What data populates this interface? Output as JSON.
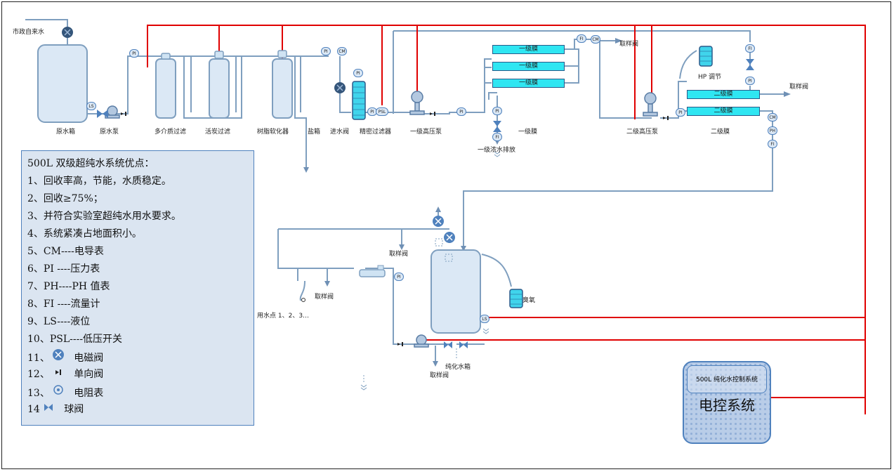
{
  "colors": {
    "pipe": "#7f9fbf",
    "signal": "#e00000",
    "vessel": "#dbe8f5",
    "membrane": "#2fe6f2",
    "legend_bg": "#dbe5f1"
  },
  "labels": {
    "city_water": "市政自来水",
    "raw_tank": "原水箱",
    "raw_pump": "原水泵",
    "multimedia_filter": "多介质过滤",
    "carbon_filter": "活炭过滤",
    "resin_softener": "树脂软化器",
    "salt_tank": "盐箱",
    "inlet_valve": "进水阀",
    "precision_filter": "精密过滤器",
    "stage1_pump": "一级高压泵",
    "stage1_membrane_caption": "一级膜",
    "stage1_drain": "一级浓水排放",
    "sample_valve_top": "取样阀",
    "stage2_pump": "二级高压泵",
    "hp_adjust": "HP 调节",
    "stage2_membrane_caption": "二级膜",
    "sample_valve_right": "取样阀",
    "sample_valve_mid": "取样阀",
    "sample_valve_left": "取样阀",
    "use_points": "用水点 1、2、3…",
    "ozone": "臭氧",
    "pure_tank": "纯化水箱",
    "sample_valve_bottom": "取样阀"
  },
  "membranes": {
    "stage1": [
      "一级膜",
      "一级膜",
      "一级膜"
    ],
    "stage2": [
      "二级膜",
      "二级膜"
    ]
  },
  "instruments": {
    "pi": "PI",
    "cm": "CM",
    "fi": "FI",
    "ls": "LS",
    "ph": "PH",
    "psl": "PSL"
  },
  "legend": {
    "title": "500L 双级超纯水系统优点：",
    "items": [
      "1、回收率高，节能，水质稳定。",
      "2、回收≥75%；",
      "3、并符合实验室超纯水用水要求。",
      "4、系统紧凑占地面积小。",
      "5、CM----电导表",
      "6、PI ----压力表",
      "7、PH----PH 值表",
      "8、FI ----流量计",
      "9、LS----液位",
      "10、PSL----低压开关"
    ],
    "symbols": [
      {
        "num": "11、",
        "icon": "solenoid-valve-icon",
        "text": "电磁阀"
      },
      {
        "num": "12、",
        "icon": "check-valve-icon",
        "text": "单向阀"
      },
      {
        "num": "13、",
        "icon": "resistivity-meter-icon",
        "text": "电阻表"
      },
      {
        "num": "14",
        "icon": "ball-valve-icon",
        "text": "球阀"
      }
    ]
  },
  "control": {
    "subtitle": "500L 纯化水控制系统",
    "title": "电控系统"
  }
}
